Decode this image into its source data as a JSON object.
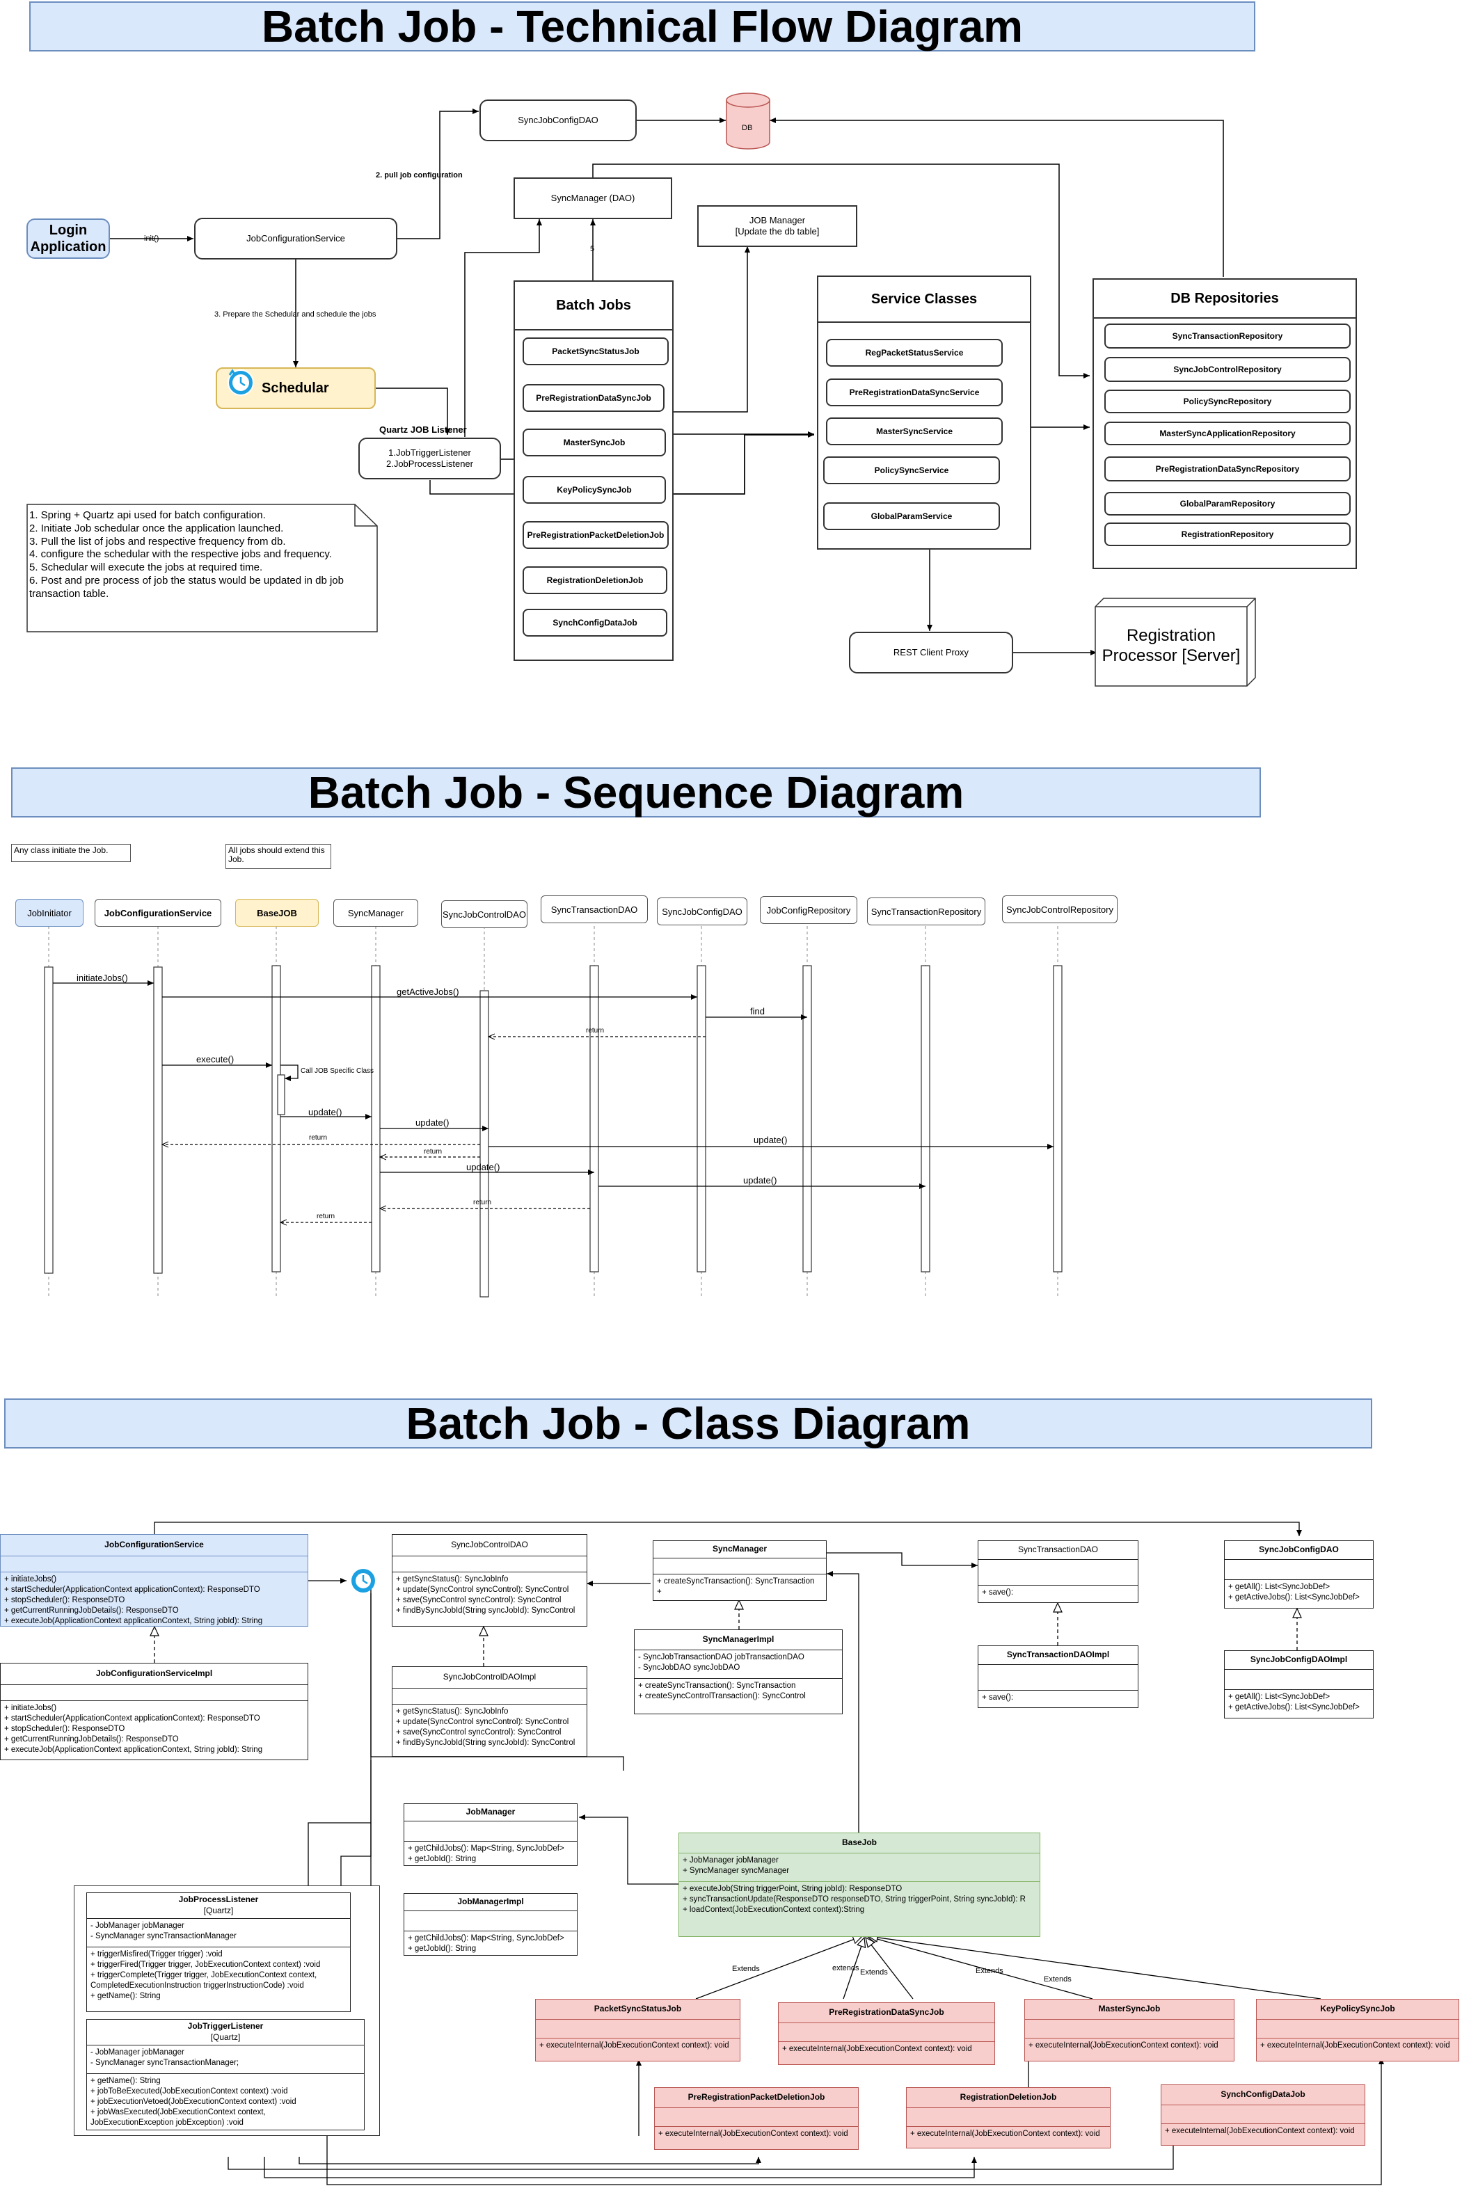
{
  "titles": {
    "flow": "Batch Job  -  Technical Flow Diagram",
    "sequence": "Batch Job  - Sequence Diagram",
    "class": "Batch Job  - Class Diagram"
  },
  "flow": {
    "login": "Login Application",
    "init_label": "init()",
    "job_config_service": "JobConfigurationService",
    "sync_job_config_dao": "SyncJobConfigDAO",
    "db": "DB",
    "sync_manager": "SyncManager (DAO)",
    "job_manager": "JOB Manager\n[Update the db table]",
    "pull_label": "2. pull job configuration",
    "prepare_label": "3. Prepare the Schedular and schedule the jobs",
    "schedular": "Schedular",
    "quartz_label": "Quartz JOB Listener",
    "listeners": "1.JobTriggerListener\n2.JobProcessListener",
    "five_label": "5",
    "batch_jobs": {
      "title": "Batch Jobs",
      "items": [
        "PacketSyncStatusJob",
        "PreRegistrationDataSyncJob",
        "MasterSyncJob",
        "KeyPolicySyncJob",
        "PreRegistrationPacketDeletionJob",
        "RegistrationDeletionJob",
        "SynchConfigDataJob"
      ]
    },
    "service_classes": {
      "title": "Service Classes",
      "items": [
        "RegPacketStatusService",
        "PreRegistrationDataSyncService",
        "MasterSyncService",
        "PolicySyncService",
        "GlobalParamService"
      ]
    },
    "db_repositories": {
      "title": "DB Repositories",
      "items": [
        "SyncTransactionRepository",
        "SyncJobControlRepository",
        "PolicySyncRepository",
        "MasterSyncApplicationRepository",
        "PreRegistrationDataSyncRepository",
        "GlobalParamRepository",
        "RegistrationRepository"
      ]
    },
    "rest_client": "REST Client Proxy",
    "reg_processor": "Registration Processor [Server]",
    "notes": "1. Spring + Quartz api used for batch configuration.\n2. Initiate Job schedular once the application launched.\n3. Pull the list of jobs and respective frequency from db.\n4. configure the schedular with the respective jobs and frequency.\n5. Schedular will execute the jobs at required time.\n6. Post and pre process of job the status would be updated in db job transaction table."
  },
  "sequence": {
    "note_any": "Any class initiate the Job.",
    "note_all": "All jobs should extend this Job.",
    "actors": [
      "JobInitiator",
      "JobConfigurationService",
      "BaseJOB",
      "SyncManager",
      "SyncJobControlDAO",
      "SyncTransactionDAO",
      "SyncJobConfigDAO",
      "JobConfigRepository",
      "SyncTransactionRepository",
      "SyncJobControlRepository"
    ],
    "messages": {
      "initiate": "initiateJobs()",
      "get_active": "getActiveJobs()",
      "find": "find",
      "return1": "return",
      "execute": "execute()",
      "call_specific": "Call JOB Specific Class",
      "update1": "update()",
      "update2": "update()",
      "update3": "update()",
      "return2": "return",
      "return3": "return",
      "update4": "update()",
      "update5": "update()",
      "return4": "return",
      "return5": "return"
    }
  },
  "classdiag": {
    "jcs": {
      "name": "JobConfigurationService",
      "methods": "+ initiateJobs()\n+ startScheduler(ApplicationContext applicationContext): ResponseDTO\n+ stopScheduler(): ResponseDTO\n+ getCurrentRunningJobDetails(): ResponseDTO\n+ executeJob(ApplicationContext applicationContext, String jobId): String"
    },
    "jcsi": {
      "name": "JobConfigurationServiceImpl",
      "methods": "+ initiateJobs()\n+ startScheduler(ApplicationContext applicationContext): ResponseDTO\n+ stopScheduler(): ResponseDTO\n+ getCurrentRunningJobDetails(): ResponseDTO\n+ executeJob(ApplicationContext applicationContext, String jobId): String"
    },
    "sjcd": {
      "name": "SyncJobControlDAO",
      "methods": "+ getSyncStatus(): SyncJobInfo\n+ update(SyncControl syncControl): SyncControl\n+ save(SyncControl syncControl): SyncControl\n+ findBySyncJobId(String syncJobId): SyncControl"
    },
    "sjcdi": {
      "name": "SyncJobControlDAOImpl",
      "methods": "+ getSyncStatus(): SyncJobInfo\n+ update(SyncControl syncControl): SyncControl\n+ save(SyncControl syncControl): SyncControl\n+ findBySyncJobId(String syncJobId): SyncControl"
    },
    "sm": {
      "name": "SyncManager",
      "methods": "+ createSyncTransaction(): SyncTransaction\n+"
    },
    "smi": {
      "name": "SyncManagerImpl",
      "fields": "- SyncJobTransactionDAO jobTransactionDAO\n- SyncJobDAO syncJobDAO",
      "methods": "+ createSyncTransaction(): SyncTransaction\n+ createSyncControlTransaction(): SyncControl"
    },
    "std": {
      "name": "SyncTransactionDAO",
      "methods": "+ save():"
    },
    "stdi": {
      "name": "SyncTransactionDAOImpl",
      "methods": "+ save():"
    },
    "sjcfd": {
      "name": "SyncJobConfigDAO",
      "methods": "+ getAll(): List<SyncJobDef>\n+ getActiveJobs(): List<SyncJobDef>"
    },
    "sjcfdi": {
      "name": "SyncJobConfigDAOImpl",
      "methods": "+ getAll(): List<SyncJobDef>\n+ getActiveJobs(): List<SyncJobDef>"
    },
    "jm": {
      "name": "JobManager",
      "methods": "+ getChildJobs(): Map<String, SyncJobDef>\n+ getJobId(): String"
    },
    "jmi": {
      "name": "JobManagerImpl",
      "methods": "+ getChildJobs(): Map<String, SyncJobDef>\n+ getJobId(): String"
    },
    "bj": {
      "name": "BaseJob",
      "fields": "+ JobManager jobManager\n+ SyncManager syncManager",
      "methods": "+ executeJob(String triggerPoint, String jobId): ResponseDTO\n+ syncTransactionUpdate(ResponseDTO responseDTO, String triggerPoint, String syncJobId): R\n+ loadContext(JobExecutionContext context):String"
    },
    "jpl": {
      "name": "JobProcessListener",
      "stereo": "[Quartz]",
      "fields": "- JobManager jobManager\n- SyncManager syncTransactionManager",
      "methods": "+ triggerMisfired(Trigger trigger) :void\n+ triggerFired(Trigger trigger, JobExecutionContext context) :void\n+ triggerComplete(Trigger trigger, JobExecutionContext context,\n   CompletedExecutionInstruction triggerInstructionCode) :void\n+ getName(): String"
    },
    "jtl": {
      "name": "JobTriggerListener",
      "stereo": "[Quartz]",
      "fields": "- JobManager jobManager\n- SyncManager syncTransactionManager;",
      "methods": "+ getName(): String\n+ jobToBeExecuted(JobExecutionContext context) :void\n+ jobExecutionVetoed(JobExecutionContext context) :void\n+ jobWasExecuted(JobExecutionContext context,\n   JobExecutionException jobException) :void"
    },
    "jobs": [
      {
        "name": "PacketSyncStatusJob",
        "methods": "+ executeInternal(JobExecutionContext context): void"
      },
      {
        "name": "PreRegistrationDataSyncJob",
        "methods": "+ executeInternal(JobExecutionContext context): void"
      },
      {
        "name": "MasterSyncJob",
        "methods": "+ executeInternal(JobExecutionContext context): void"
      },
      {
        "name": "KeyPolicySyncJob",
        "methods": "+ executeInternal(JobExecutionContext context): void"
      },
      {
        "name": "PreRegistrationPacketDeletionJob",
        "methods": "+ executeInternal(JobExecutionContext context): void"
      },
      {
        "name": "RegistrationDeletionJob",
        "methods": "+ executeInternal(JobExecutionContext context): void"
      },
      {
        "name": "SynchConfigDataJob",
        "methods": "+ executeInternal(JobExecutionContext context): void"
      }
    ],
    "extends_labels": [
      "Extends",
      "extends",
      "Extends",
      "Extends",
      "Extends"
    ]
  },
  "colors": {
    "blue": "#dae8fc",
    "green": "#d5e8d4",
    "red": "#f8cecc",
    "yellow": "#fff2cc",
    "db": "#f8cecc"
  },
  "icons": [
    "clock-icon",
    "database-icon",
    "server-cube-icon"
  ]
}
